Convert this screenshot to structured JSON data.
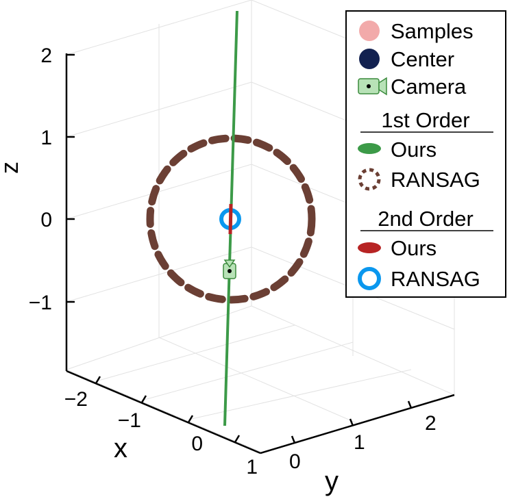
{
  "chart_data": {
    "type": "scatter",
    "projection": "3d",
    "axes": {
      "x": {
        "label": "x",
        "ticks": [
          "−2",
          "−1",
          "0",
          "1"
        ]
      },
      "y": {
        "label": "y",
        "ticks": [
          "0",
          "1",
          "2"
        ]
      },
      "z": {
        "label": "z",
        "ticks": [
          "−1",
          "0",
          "1",
          "2"
        ]
      }
    },
    "grid": true,
    "legend_position": "top-right",
    "legend": {
      "samples": "Samples",
      "center": "Center",
      "camera": "Camera",
      "first_order_heading": "1st Order",
      "first_ours": "Ours",
      "first_ransag": "RANSAG",
      "second_order_heading": "2nd Order",
      "second_ours": "Ours",
      "second_ransag": "RANSAG"
    },
    "colors": {
      "samples": "#f2aaaa",
      "center": "#122150",
      "camera_fill": "#b8e2b7",
      "camera_edge": "#3a8a3c",
      "first_ours": "#3c9a48",
      "first_ransag": "#6b3f34",
      "second_ours": "#b72424",
      "second_ransag": "#0a97ee"
    }
  }
}
